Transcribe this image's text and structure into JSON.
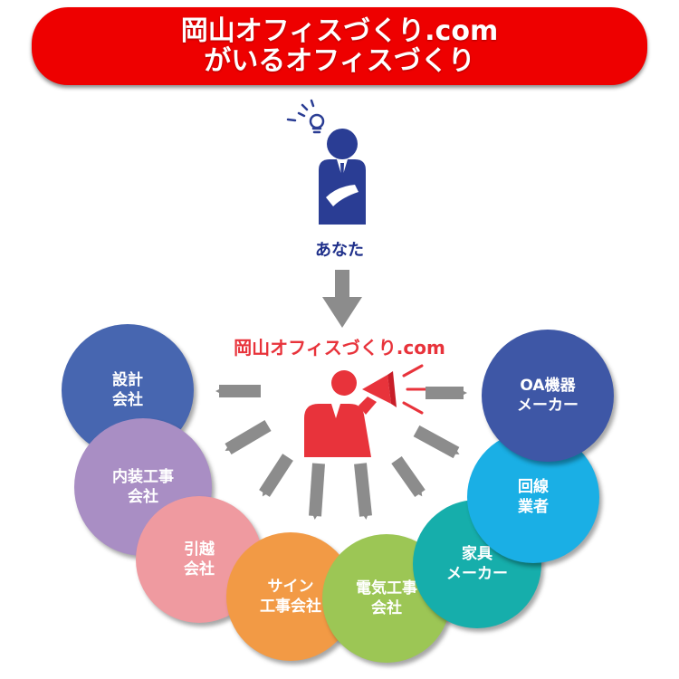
{
  "banner": {
    "line1": "岡山オフィスづくり.com",
    "line2": "がいるオフィスづくり"
  },
  "you_label": "あなた",
  "center_label": "岡山オフィスづくり.com",
  "colors": {
    "banner": "#ee0000",
    "person_you": "#2a3d94",
    "person_center": "#e8333b",
    "arrow": "#8c8c8c"
  },
  "companies": [
    {
      "id": "design",
      "lines": [
        "設計",
        "会社"
      ],
      "color": "#4766b0"
    },
    {
      "id": "interior",
      "lines": [
        "内装工事",
        "会社"
      ],
      "color": "#a98ec4"
    },
    {
      "id": "sign",
      "lines": [
        "引越",
        "会社"
      ],
      "color": "#ef9aa0"
    },
    {
      "id": "sign2",
      "lines": [
        "サイン",
        "工事会社"
      ],
      "color": "#f29a45"
    },
    {
      "id": "electric",
      "lines": [
        "電気工事",
        "会社"
      ],
      "color": "#9cc655"
    },
    {
      "id": "furniture",
      "lines": [
        "家具",
        "メーカー"
      ],
      "color": "#16aeab"
    },
    {
      "id": "network",
      "lines": [
        "回線",
        "業者"
      ],
      "color": "#1aafe5"
    },
    {
      "id": "oa",
      "lines": [
        "OA機器",
        "メーカー"
      ],
      "color": "#3e57a6"
    }
  ]
}
